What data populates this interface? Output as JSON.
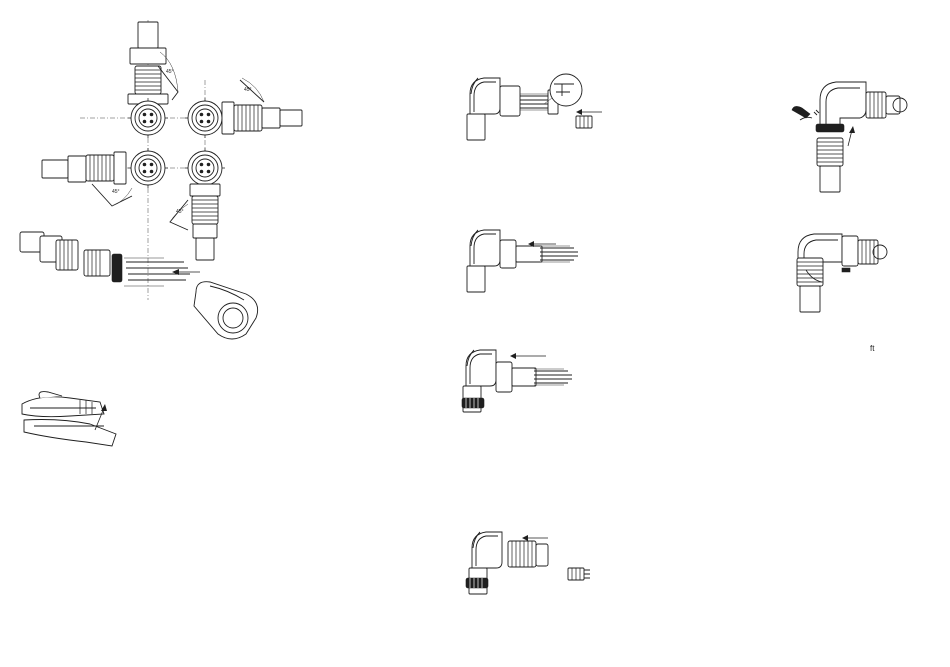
{
  "figure": {
    "angle_labels": [
      "45°",
      "45°",
      "45°",
      "45°"
    ],
    "corner_note": "ft"
  },
  "colors": {
    "line": "#1f1f1f",
    "background": "#ffffff"
  }
}
